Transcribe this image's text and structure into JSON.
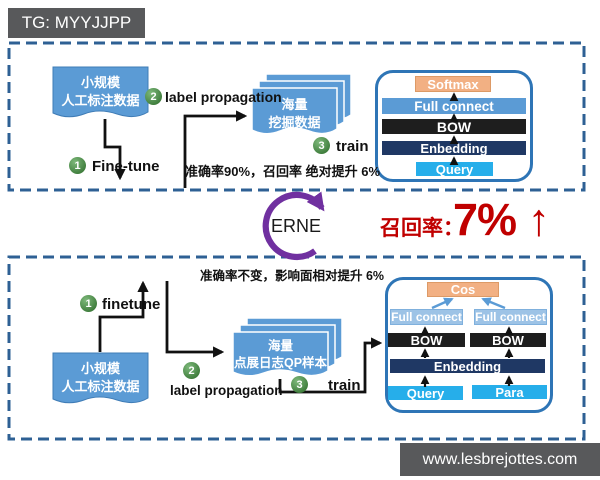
{
  "banners": {
    "top": "TG: MYYJJPP",
    "bottom": "www.lesbrejottes.com"
  },
  "colors": {
    "doc_blue": "#5B9BD5",
    "net_border": "#2E75B6",
    "dash_border": "#2E6094",
    "bar_orange": "#F2B083",
    "bar_blue": "#5B9BD5",
    "bar_lightblue": "#9DC3E6",
    "bar_black": "#1E1E1E",
    "bar_navy": "#1F3864",
    "bar_cyan": "#26AEEA",
    "ernie_purple": "#7030A0",
    "metric_red": "#C00000",
    "banner_gray": "#58595B"
  },
  "middle": {
    "model": "ERNE",
    "metric_label": "召回率：",
    "metric_value": "7% ↑"
  },
  "top_flow": {
    "source_doc_line1": "小规模",
    "source_doc_line2": "人工标注数据",
    "step1_num": "1",
    "step1_label": "Fine-tune",
    "step2_num": "2",
    "step2_label": "label propagation",
    "step3_num": "3",
    "step3_label": "train",
    "data_doc_line1": "海量",
    "data_doc_line2": "挖掘数据",
    "metrics": "准确率90%，召回率 绝对提升 6%",
    "net": {
      "softmax": "Softmax",
      "fc": "Full connect",
      "bow": "BOW",
      "embedding": "Enbedding",
      "query": "Query"
    }
  },
  "bottom_flow": {
    "source_doc_line1": "小规模",
    "source_doc_line2": "人工标注数据",
    "step1_num": "1",
    "step1_label": "finetune",
    "step2_num": "2",
    "step2_label": "label propagation",
    "step3_num": "3",
    "step3_label": "train",
    "data_doc_line1": "海量",
    "data_doc_line2": "点展日志QP样本",
    "metrics": "准确率不变，影响面相对提升 6%",
    "net": {
      "cos": "Cos",
      "fc_left": "Full connect",
      "fc_right": "Full connect",
      "bow_left": "BOW",
      "bow_right": "BOW",
      "embedding": "Enbedding",
      "query": "Query",
      "para": "Para"
    }
  }
}
